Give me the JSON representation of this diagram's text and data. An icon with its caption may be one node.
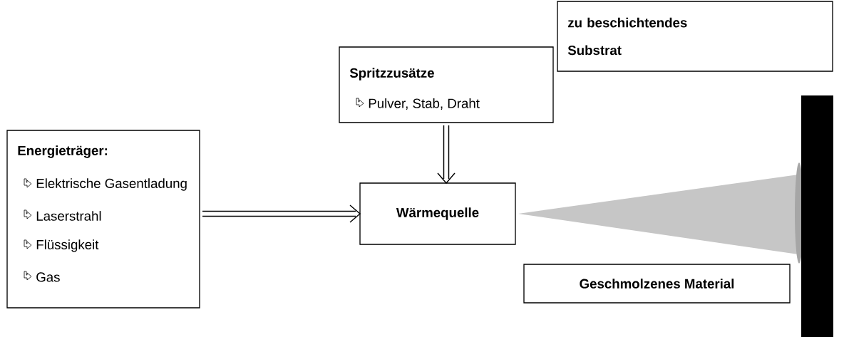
{
  "diagram": {
    "nodes": [
      {
        "text": [
          "Energieträger:",
          "Elektrische Gasentladung",
          "Laserstrahl",
          "Flüssigkeit",
          "Gas"
        ]
      },
      {
        "text": [
          "Spritzzusätze",
          "Pulver, Stab, Draht"
        ]
      },
      {
        "text": [
          "Wärmequelle"
        ]
      },
      {
        "text": [
          "zu beschichtendes Substrat"
        ]
      },
      {
        "text": [
          "Geschmolzenes Material"
        ]
      }
    ],
    "edges": [
      {
        "from": 0,
        "to": 2,
        "arrow": "to"
      },
      {
        "from": 1,
        "to": 2,
        "arrow": "to"
      }
    ]
  }
}
